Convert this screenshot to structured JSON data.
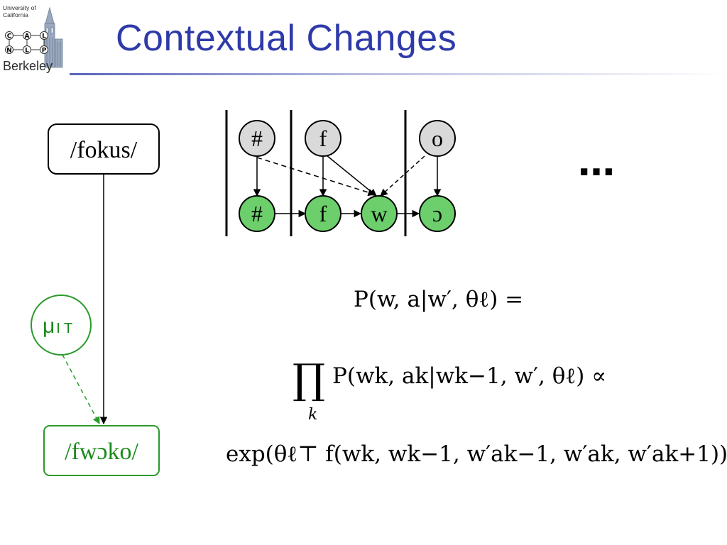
{
  "logo": {
    "line1": "University of",
    "line2": "California",
    "letters": [
      "C",
      "A",
      "L",
      "N",
      "L",
      "P"
    ],
    "wordmark": "Berkeley"
  },
  "title": "Contextual Changes",
  "source_box": {
    "label": "/fokus/"
  },
  "target_box": {
    "label": "/fwɔko/"
  },
  "mu_node": {
    "label": "μ",
    "subscript": "I T"
  },
  "top_nodes": [
    "#",
    "f",
    "o"
  ],
  "bottom_nodes": [
    "#",
    "f",
    "w",
    "ɔ"
  ],
  "ellipsis": "…",
  "colors": {
    "title": "#2e3aa8",
    "green_node": "#6ccf6c",
    "gray_node": "#d9d9d9",
    "green_text": "#1a8a1a",
    "green_stroke": "#2a9a2a"
  },
  "equations": {
    "eq1": "P(w, a|w′, θℓ) =",
    "eq2_prod": "∏",
    "eq2_sub": "k",
    "eq2_body": "P(wk, ak|wk−1, w′, θℓ) ∝",
    "eq3": "exp(θℓ⊤ f(wk, wk−1, w′ak−1, w′ak, w′ak+1))"
  }
}
